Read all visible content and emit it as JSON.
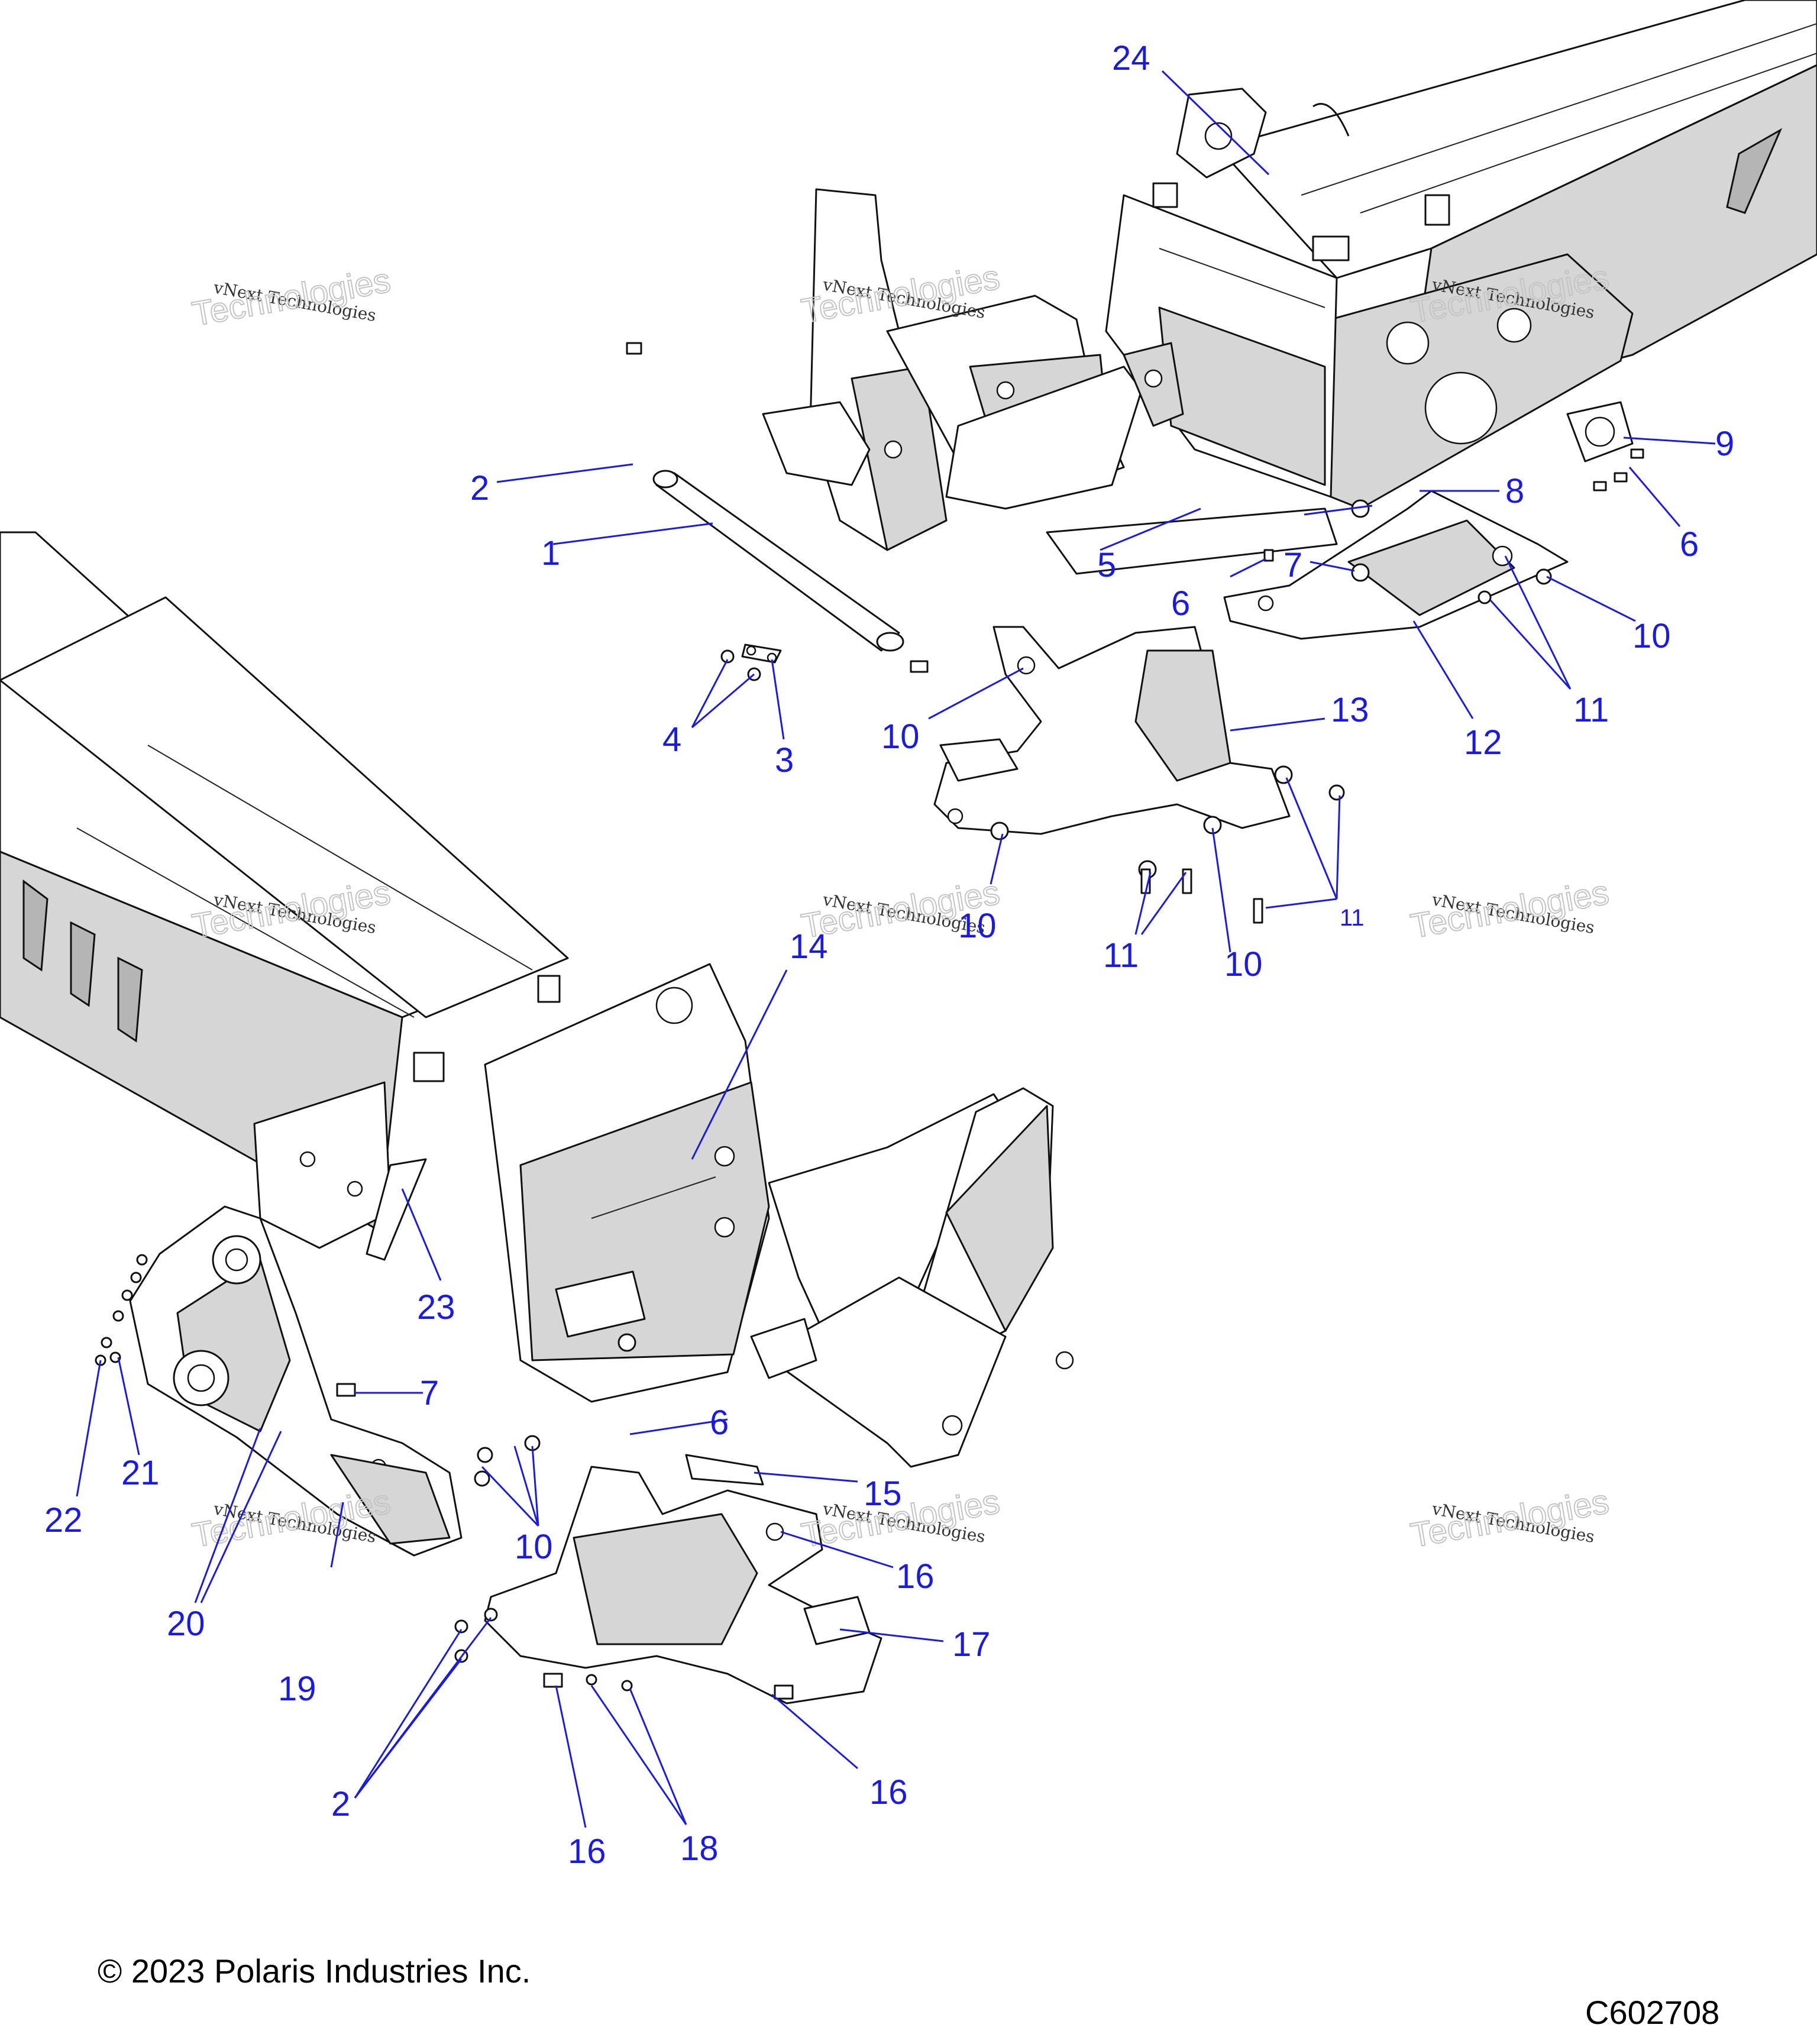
{
  "diagram": {
    "callouts": {
      "c1": "1",
      "c2a": "2",
      "c2b": "2",
      "c3": "3",
      "c4": "4",
      "c5": "5",
      "c6a": "6",
      "c6b": "6",
      "c6c": "6",
      "c7a": "7",
      "c7b": "7",
      "c8": "8",
      "c9": "9",
      "c10a": "10",
      "c10b": "10",
      "c10c": "10",
      "c10d": "10",
      "c10e": "10",
      "c11a": "11",
      "c11b": "11",
      "c11c": "11",
      "c12": "12",
      "c13": "13",
      "c14": "14",
      "c15": "15",
      "c16a": "16",
      "c16b": "16",
      "c16c": "16",
      "c17": "17",
      "c18": "18",
      "c19": "19",
      "c20": "20",
      "c21": "21",
      "c22": "22",
      "c23": "23",
      "c24": "24"
    },
    "watermark": {
      "line1": "vNext Technologies",
      "line2": "Technologies",
      "line3": "vNext"
    }
  },
  "footer": {
    "copyright": "© 2023 Polaris Industries Inc.",
    "code": "C602708"
  }
}
